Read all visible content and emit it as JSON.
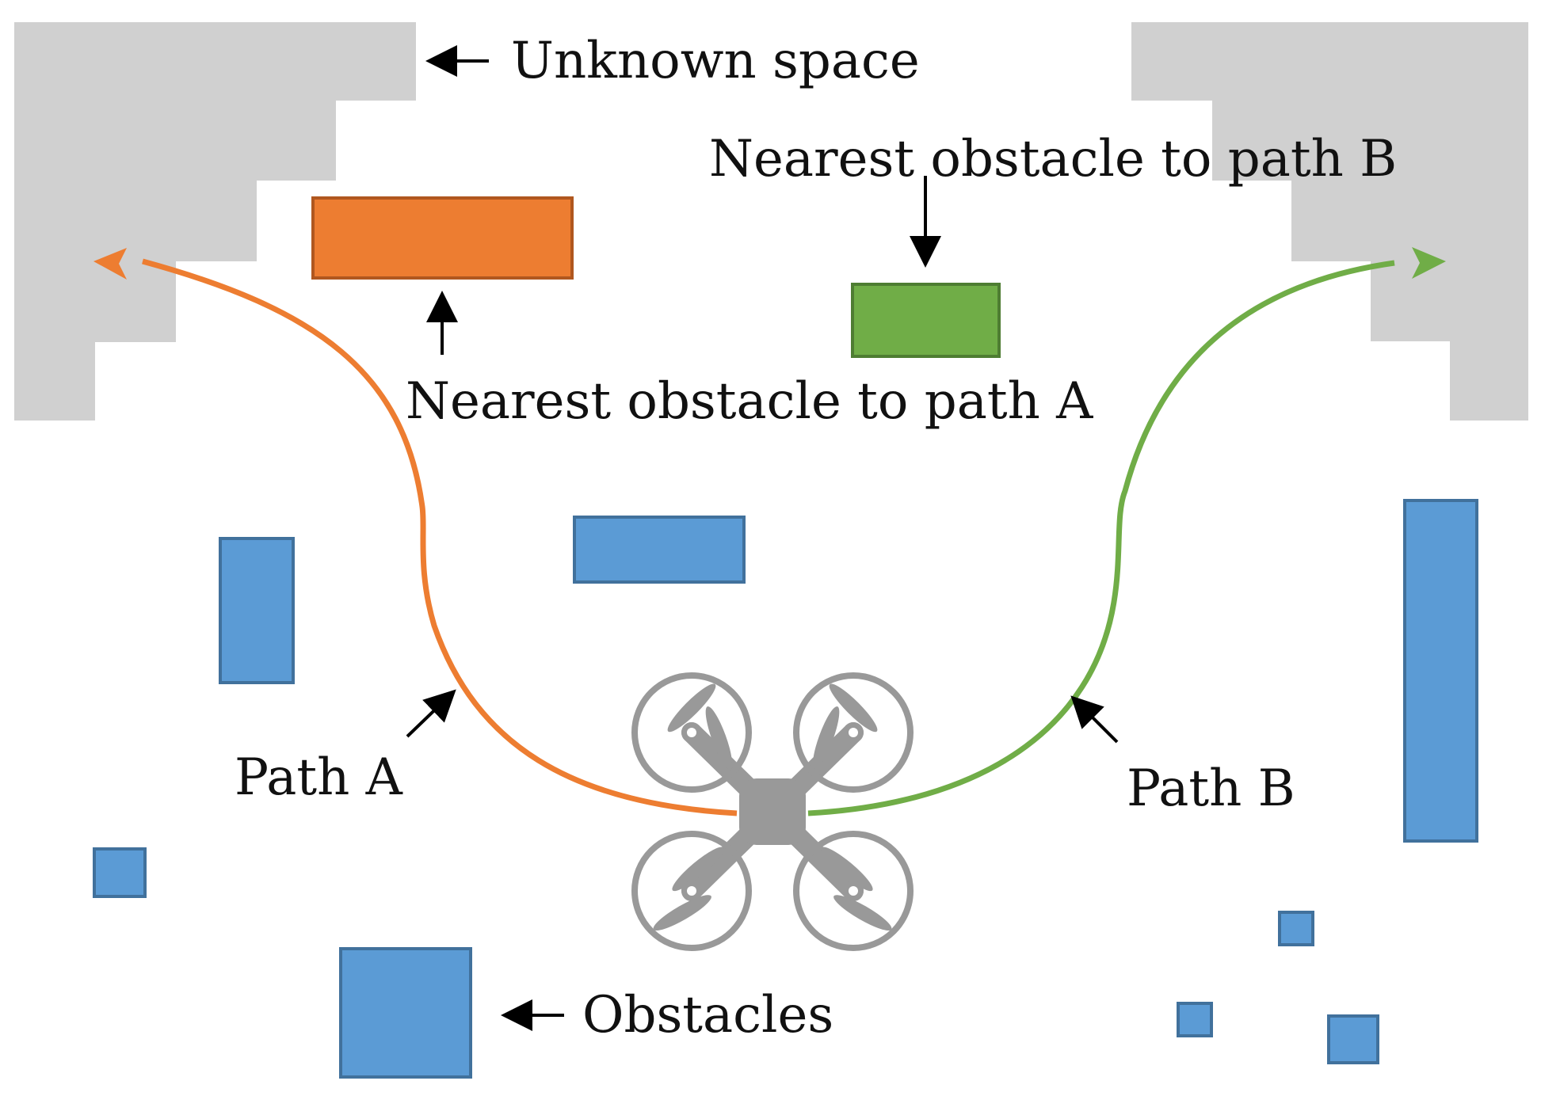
{
  "labels": {
    "unknown_space": "Unknown space",
    "nearest_obstacle_b": "Nearest obstacle to path B",
    "nearest_obstacle_a": "Nearest obstacle to path A",
    "path_a": "Path A",
    "path_b": "Path B",
    "obstacles": "Obstacles"
  },
  "colors": {
    "unknown_space": "#d0d0d0",
    "obstacle_fill": "#5b9bd5",
    "obstacle_stroke": "#41719c",
    "path_a": "#ed7d31",
    "path_b": "#70ad47",
    "nearest_a_fill": "#ed7d31",
    "nearest_a_stroke": "#b0571f",
    "nearest_b_fill": "#70ad47",
    "nearest_b_stroke": "#4e7d32",
    "drone": "#999999",
    "arrow": "#000000"
  },
  "icons": {
    "drone": "quadcopter-icon"
  }
}
